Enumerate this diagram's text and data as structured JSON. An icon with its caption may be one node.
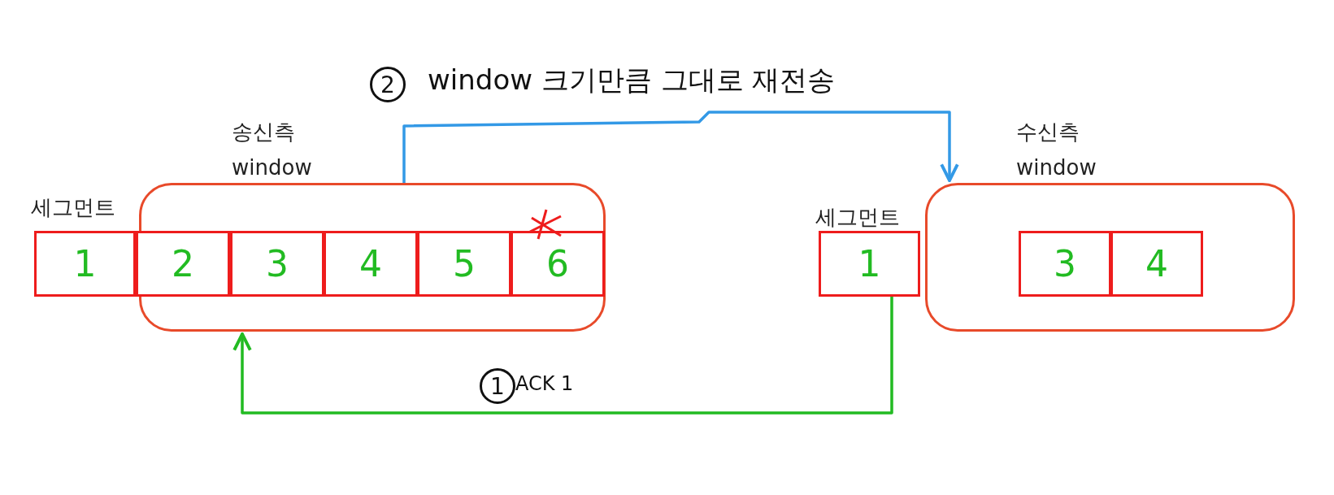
{
  "diagram": {
    "nodes": [
      {
        "text": [
          "송신측 window"
        ]
      },
      {
        "text": [
          "1"
        ],
        "beside": [
          "세그먼트"
        ]
      },
      {
        "text": [
          "2"
        ],
        "in": 0
      },
      {
        "text": [
          "3"
        ],
        "in": 0
      },
      {
        "text": [
          "4"
        ],
        "in": 0
      },
      {
        "text": [
          "5"
        ],
        "in": 0
      },
      {
        "text": [
          "6"
        ],
        "in": 0
      },
      {
        "text": [
          "1"
        ],
        "beside": [
          "세그먼트"
        ]
      },
      {
        "text": [
          "수신측 window"
        ]
      },
      {
        "text": [
          "3"
        ],
        "in": 8
      },
      {
        "text": [
          "4"
        ],
        "in": 8
      }
    ],
    "edges": [
      {
        "from": 0,
        "to": 8,
        "arrow": "to",
        "label": "window 크기만큼 그대로 재전송",
        "color": "#3399e6"
      },
      {
        "from": 7,
        "to": 0,
        "arrow": "to",
        "label": "ACK 1",
        "color": "#22bb22"
      }
    ],
    "labels": [
      "2",
      "1"
    ]
  }
}
